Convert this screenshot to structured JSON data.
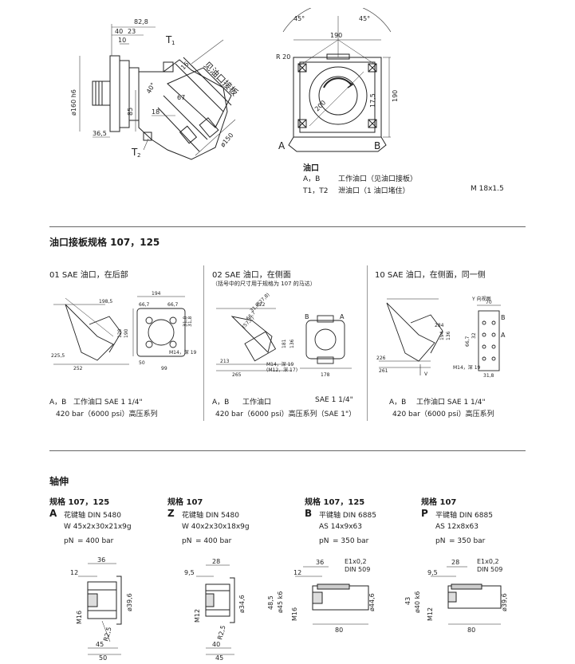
{
  "top": {
    "left_dims": [
      "82,8",
      "40",
      "23",
      "10",
      "ø160 h6",
      "36,5",
      "85",
      "40°",
      "16",
      "67",
      "18",
      "ø150"
    ],
    "port_labels": [
      "T1",
      "T2"
    ],
    "flange_label": "见油口接板",
    "right_dims": [
      "45°",
      "45°",
      "190",
      "R 20",
      "200",
      "17,5",
      "190"
    ],
    "ab_labels": [
      "A",
      "B"
    ],
    "legend": {
      "heading": "油口",
      "row1_key": "A，B",
      "row1_val": "工作油口（见油口接板）",
      "row2_key": "T1，T2",
      "row2_val": "泄油口（1 油口堵住）",
      "row2_thread": "M 18x1.5"
    }
  },
  "section1": {
    "title": "油口接板规格 107，125",
    "panels": [
      {
        "heading": "01 SAE 油口，在后部",
        "subheading": "",
        "dims": [
          "198,5",
          "194",
          "66,7",
          "66,7",
          "120",
          "190",
          "31,8",
          "31,8",
          "225,5",
          "252",
          "M14，深 19",
          "50",
          "99"
        ],
        "line1_key": "A，B",
        "line1_val": "工作油口   SAE 1 1/4\"",
        "line2": "420 bar（6000 psi）高压系列"
      },
      {
        "heading": "02 SAE 油口，在侧面",
        "subheading": "（括号中的尺寸用于规格为 107 的马达）",
        "dims": [
          "222",
          "31,8(27,8)",
          "66,7",
          "(57,2)",
          "181",
          "136",
          "213",
          "265",
          "M14，深 19",
          "(M12，深 17)",
          "178"
        ],
        "line1_key": "A，B",
        "line1_val": "工作油口",
        "line1_extra": "SAE 1 1/4\"",
        "line2": "420 bar（6000 psi）高压系列（SAE 1\"）"
      },
      {
        "heading": "10 SAE 油口，在侧面，同一侧",
        "subheading": "",
        "view_label": "Y 向视图",
        "dims": [
          "284",
          "70",
          "194",
          "136",
          "32",
          "66,7",
          "226",
          "261",
          "M14，深 19",
          "31,8"
        ],
        "line1_key": "A，B",
        "line1_val": "工作油口   SAE 1 1/4\"",
        "line2": "420 bar（6000 psi）高压系列"
      }
    ]
  },
  "section2": {
    "title": "轴伸",
    "shafts": [
      {
        "size": "规格 107，125",
        "letter": "A",
        "type": "花键轴  DIN 5480",
        "spec": "W 45x2x30x21x9g",
        "pressure_symbol": "pN",
        "pressure": "= 400 bar",
        "dims": [
          "36",
          "12",
          "ø39,6",
          "M16",
          "R2,5",
          "45",
          "50"
        ]
      },
      {
        "size": "规格 107",
        "letter": "Z",
        "type": "花键轴  DIN 5480",
        "spec": "W 40x2x30x18x9g",
        "pressure_symbol": "pN",
        "pressure": "= 400 bar",
        "dims": [
          "28",
          "9,5",
          "ø34,6",
          "M12",
          "R2,5",
          "40",
          "45"
        ]
      },
      {
        "size": "规格 107，125",
        "letter": "B",
        "type": "平键轴  DIN 6885",
        "spec": "AS 14x9x63",
        "pressure_symbol": "pN",
        "pressure": "= 350 bar",
        "dims": [
          "36",
          "12",
          "E1x0,2",
          "DIN 509",
          "48,5",
          "ø45 k6",
          "ø44,6",
          "M16",
          "80"
        ]
      },
      {
        "size": "规格 107",
        "letter": "P",
        "type": "平键轴  DIN 6885",
        "spec": "AS 12x8x63",
        "pressure_symbol": "pN",
        "pressure": "= 350 bar",
        "dims": [
          "28",
          "9,5",
          "E1x0,2",
          "DIN 509",
          "43",
          "ø40 k6",
          "ø39,6",
          "M12",
          "80"
        ]
      }
    ]
  }
}
